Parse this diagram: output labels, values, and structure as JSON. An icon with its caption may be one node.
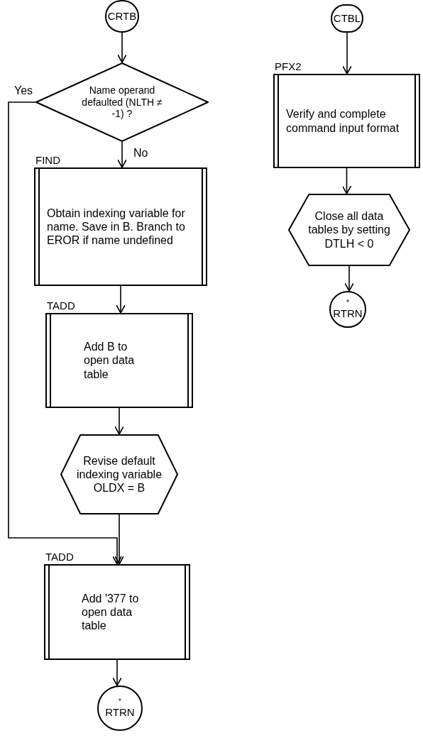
{
  "diagram": {
    "nodes": [
      {
        "text": [
          "CRTB"
        ]
      },
      {
        "text": [
          "Name operand defaulted (NLTH ≠ -1) ?"
        ]
      },
      {
        "text": [
          "Obtain indexing variable for name.  Save in B. Branch to EROR if name undefined"
        ],
        "beside": [
          "FIND"
        ]
      },
      {
        "text": [
          "Add B to open data table"
        ],
        "beside": [
          "TADD"
        ]
      },
      {
        "text": [
          "Revise default indexing variable OLDX = B"
        ]
      },
      {
        "text": [
          "Add '377 to open data table"
        ],
        "beside": [
          "TADD"
        ]
      },
      {
        "text": [
          "*",
          "RTRN"
        ]
      },
      {
        "text": [
          "CTBL"
        ]
      },
      {
        "text": [
          "Verify and complete command input format"
        ],
        "beside": [
          "PFX2"
        ]
      },
      {
        "text": [
          "Close all data tables by setting DTLH < 0"
        ]
      },
      {
        "text": [
          "*",
          "RTRN"
        ]
      }
    ],
    "edges": [
      {
        "from": 0,
        "to": 1,
        "arrow": "to"
      },
      {
        "from": 1,
        "to": 2,
        "arrow": "to",
        "label": "No"
      },
      {
        "from": 1,
        "to": 5,
        "arrow": "to",
        "label": "Yes"
      },
      {
        "from": 2,
        "to": 3,
        "arrow": "to"
      },
      {
        "from": 3,
        "to": 4,
        "arrow": "to"
      },
      {
        "from": 4,
        "to": 5,
        "arrow": "to"
      },
      {
        "from": 5,
        "to": 6,
        "arrow": "to"
      },
      {
        "from": 7,
        "to": 8,
        "arrow": "to"
      },
      {
        "from": 8,
        "to": 9,
        "arrow": "to"
      },
      {
        "from": 9,
        "to": 10,
        "arrow": "to"
      }
    ]
  }
}
